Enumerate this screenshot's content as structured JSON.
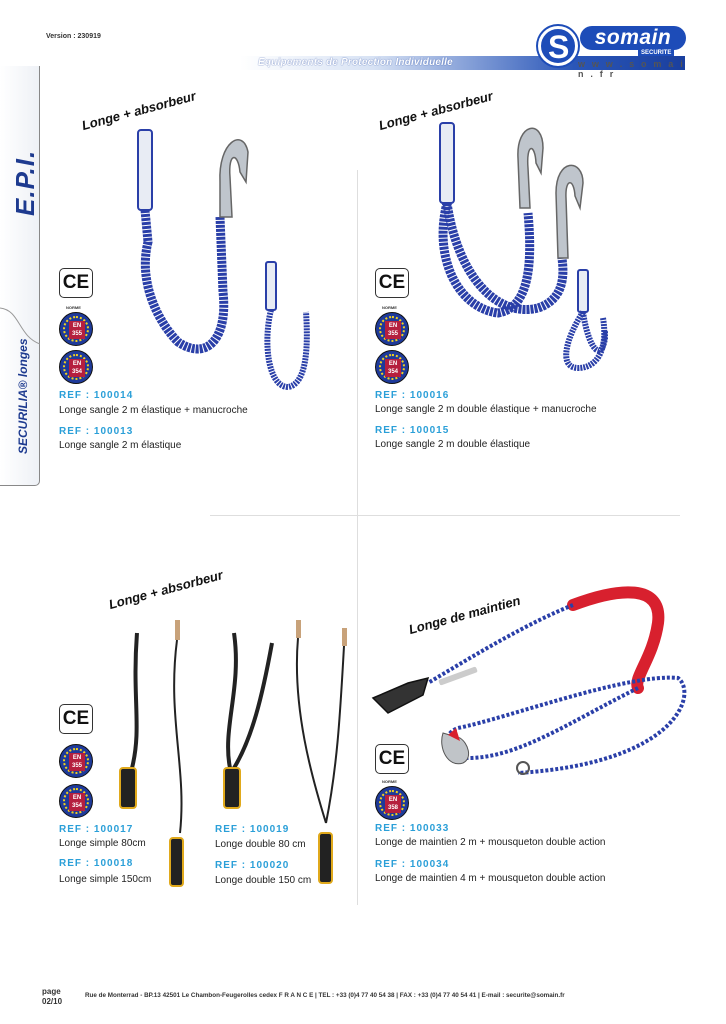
{
  "header": {
    "version": "Version : 230919",
    "band_title": "Equipements de Protection Individuelle",
    "logo": {
      "word": "somain",
      "letter": "S",
      "sub": "SECURITE",
      "url": "w w w . s o m a i n . f r"
    }
  },
  "sidebar": {
    "title": "E.P.I.",
    "subtitle": "SECURILIA® longes"
  },
  "badges": {
    "ce": "CE",
    "norme": "NORME",
    "en355": "EN\n355",
    "en354": "EN\n354",
    "en358": "EN\n358"
  },
  "sections": [
    {
      "title": "Longe + absorbeur",
      "products": [
        {
          "ref": "REF : 100014",
          "desc": "Longe sangle 2 m élastique + manucroche"
        },
        {
          "ref": "REF : 100013",
          "desc": "Longe sangle 2 m élastique"
        }
      ]
    },
    {
      "title": "Longe + absorbeur",
      "products": [
        {
          "ref": "REF : 100016",
          "desc": "Longe sangle 2 m double élastique + manucroche"
        },
        {
          "ref": "REF : 100015",
          "desc": "Longe sangle 2 m double élastique"
        }
      ]
    },
    {
      "title": "Longe + absorbeur",
      "products": [
        {
          "ref": "REF : 100017",
          "desc": "Longe simple 80cm"
        },
        {
          "ref": "REF :  100018",
          "desc": "Longe simple 150cm"
        },
        {
          "ref": "REF : 100019",
          "desc": "Longe double 80 cm"
        },
        {
          "ref": "REF : 100020",
          "desc": "Longe double 150 cm"
        }
      ]
    },
    {
      "title": "Longe de maintien",
      "products": [
        {
          "ref": "REF : 100033",
          "desc": "Longe de maintien 2 m + mousqueton double action"
        },
        {
          "ref": "REF : 100034",
          "desc": "Longe de maintien 4 m + mousqueton double action"
        }
      ]
    }
  ],
  "footer": {
    "page_label": "page",
    "page_number": "02/10",
    "address": "Rue de Monterrad - BP.13 42501 Le Chambon-Feugerolles cedex F R A N C E | TEL : +33 (0)4 77 40 54 38 | FAX : +33 (0)4 77 40 54 41 | E-mail : securite@somain.fr"
  },
  "colors": {
    "brand_blue": "#1d4cb8",
    "ref_cyan": "#2a9fd8",
    "strap_blue": "#2a3fa8",
    "rope_red": "#d8202e"
  }
}
